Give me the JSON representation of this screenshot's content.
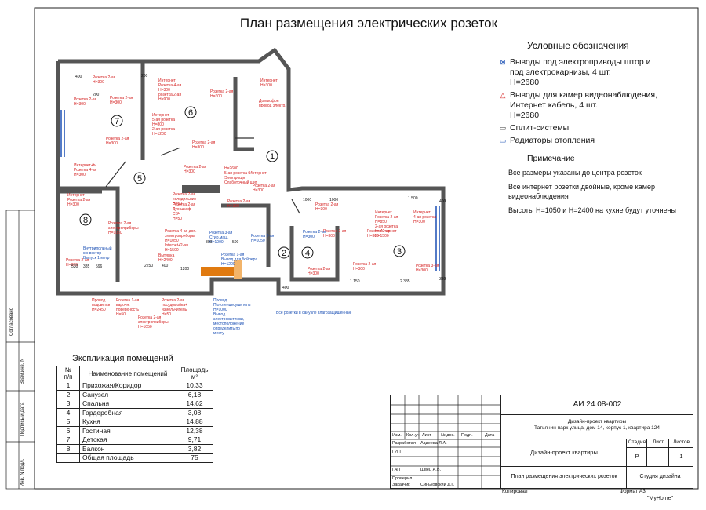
{
  "title": "План размещения электрических розеток",
  "legend": {
    "heading": "Условные обозначения",
    "items": [
      {
        "symbol": "⊠",
        "text": "Выводы под электроприводы штор и\nпод электрокарнизы, 4 шт.\nH=2680",
        "color": "#1a4fb4"
      },
      {
        "symbol": "△",
        "text": "Выводы для камер видеонаблюдения,\nИнтернет кабель, 4 шт.\nH=2680",
        "color": "#d42020"
      },
      {
        "symbol": "▭",
        "text": "Сплит-системы",
        "color": "#333333"
      },
      {
        "symbol": "▭",
        "text": "Радиаторы отопления",
        "color": "#1a4fb4"
      }
    ]
  },
  "notes": {
    "heading": "Примечание",
    "items": [
      "Все размеры указаны до центра розеток",
      "Все интернет розетки двойные, кроме камер видеонаблюдения",
      "Высоты H=1050 и H=2400 на кухне будут уточнены"
    ]
  },
  "rooms": [
    "1",
    "2",
    "3",
    "4",
    "5",
    "6",
    "7",
    "8"
  ],
  "plan_labels": {
    "red": [
      "Розетка 2-ая\nH=300",
      "Розетка 2-ая\nH=300",
      "Розетка 2-ая\nH=300",
      "Интернет\nРозетка 4-ая\nH=300\nрозетка 2-ая\nH=900",
      "Розетка 2-ая\nH=300",
      "Интернет\nH=300",
      "Доммофон\nпровод электр.",
      "Интернет\n5-ая розетка\nH=800\n2-ая розетка\nH=1200",
      "Розетка 2-ая\nH=300",
      "Розетка 2-ая\nH=300",
      "Интернет+tv\nРозетка 4-ая\nH=300",
      "H=2600\n5-ая розетка+Интернет\nЭлектрощит\nСлаботочный щит",
      "Розетка 2-ая\nH=300",
      "Розетка 2-ая\nH=300",
      "Интернет\nРозетка 2-ая\nH=300",
      "Розетка 2-ая\nхолодильник\nH=50",
      "Розетка 2-ая\nДуо.шкаф\nСВЧ\nH=50",
      "Розетка 2-ая\nH=300",
      "Розетка 4-ая доп.\nэлектроприборы\nH=1050\nInternet+2-ая\nH=1500",
      "Вытяжка\nH=2400",
      "Розетка 2-ая\nэлектроприборы\nH=1050",
      "Розетка 2-ая\nH=300",
      "Розетка 2-ая\nH=300",
      "Интернет\nРозетка 2-ая\nH=850\n2-ая розетка\nh=Интернет\nH=1500",
      "Розетка 2-ая\nH=300",
      "Интернет\n4-ая розетка\nH=300",
      "Розетка 2-ая\nH=300",
      "Розетка 3-ая\nH=300",
      "Розетка 2-ая\nH=300",
      "Провод\nподсветки\nH=2450",
      "Розетка 1-ая\nварочн.\nповерхность\nH=50",
      "Розетка 2-ая\nпосудомойка+\nизмельчитель\nH=50",
      "Розетка 2-ая\nэлектроприборы\nH=1050",
      "Розетка 2-ая\nH=300"
    ],
    "blue": [
      "Розетка 3-ая\nСтир.маш.\nH=1000",
      "Розетка 1-ая\nВывод для бойлера\nH=1200",
      "Розетка 2-ая\nH=1050",
      "Розетка 2-ая\nH=300",
      "Провод\nПолотенцесушитель\nH=1000\nВывод\nэлектровытяжки,\nместоположение\nопределить по\nместу",
      "Все розетки в санузле влагозащищенные",
      "Внутрипольный\nконвектор\nВыпуск 1 метр"
    ],
    "dims": [
      "400",
      "200",
      "200",
      "1000",
      "1000",
      "1 500",
      "400",
      "530",
      "385",
      "596",
      "2250",
      "400",
      "1 150",
      "2 385",
      "380",
      "1200",
      "500",
      "800",
      "400"
    ]
  },
  "explication": {
    "heading": "Экспликация помещений",
    "headers": [
      "№\nп/п",
      "Наименование помещений",
      "Площадь\nм²"
    ],
    "rows": [
      [
        "1",
        "Прихожая/Коридор",
        "10,33"
      ],
      [
        "2",
        "Санузел",
        "6,18"
      ],
      [
        "3",
        "Спальня",
        "14,62"
      ],
      [
        "4",
        "Гардеробная",
        "3,08"
      ],
      [
        "5",
        "Кухня",
        "14,88"
      ],
      [
        "6",
        "Гостиная",
        "12,38"
      ],
      [
        "7",
        "Детская",
        "9,71"
      ],
      [
        "8",
        "Балкон",
        "3,82"
      ]
    ],
    "total_label": "Общая площадь",
    "total_value": "75"
  },
  "stamp": {
    "code": "АИ 24.08-002",
    "address": "Дизайн-проект квартиры\nТатьянин парк улица, дом 14, корпус 1, квартира 124",
    "columns": [
      "Изм.",
      "Кол.уч",
      "Лист",
      "№ док.",
      "Подп.",
      "Дата"
    ],
    "people": [
      {
        "role": "Разработал",
        "name": "Авдеева Л.А."
      },
      {
        "role": "ГИП",
        "name": ""
      },
      {
        "role": "ГАП",
        "name": "Швец А.В."
      },
      {
        "role": "Проверил",
        "name": ""
      },
      {
        "role": "Заказчик",
        "name": "Синьковский Д.Г."
      }
    ],
    "project": "Дизайн-проект квартиры",
    "stage_label": "Стадия",
    "stage": "Р",
    "sheet_label": "Лист",
    "sheet": "",
    "sheets_label": "Листов",
    "sheets": "1",
    "sheet_title": "План размещения электрических розеток",
    "studio": "Студия дизайна \"MyHome\""
  },
  "footer": {
    "copied": "Копировал",
    "format": "Формат А3"
  },
  "side_labels": [
    "Согласовано",
    "Взам.инв. N",
    "Подпись и дата",
    "Инв. N подл."
  ],
  "colors": {
    "red": "#d42020",
    "blue": "#1a4fb4",
    "wall": "#555555",
    "kitchen": "#e07a10"
  }
}
